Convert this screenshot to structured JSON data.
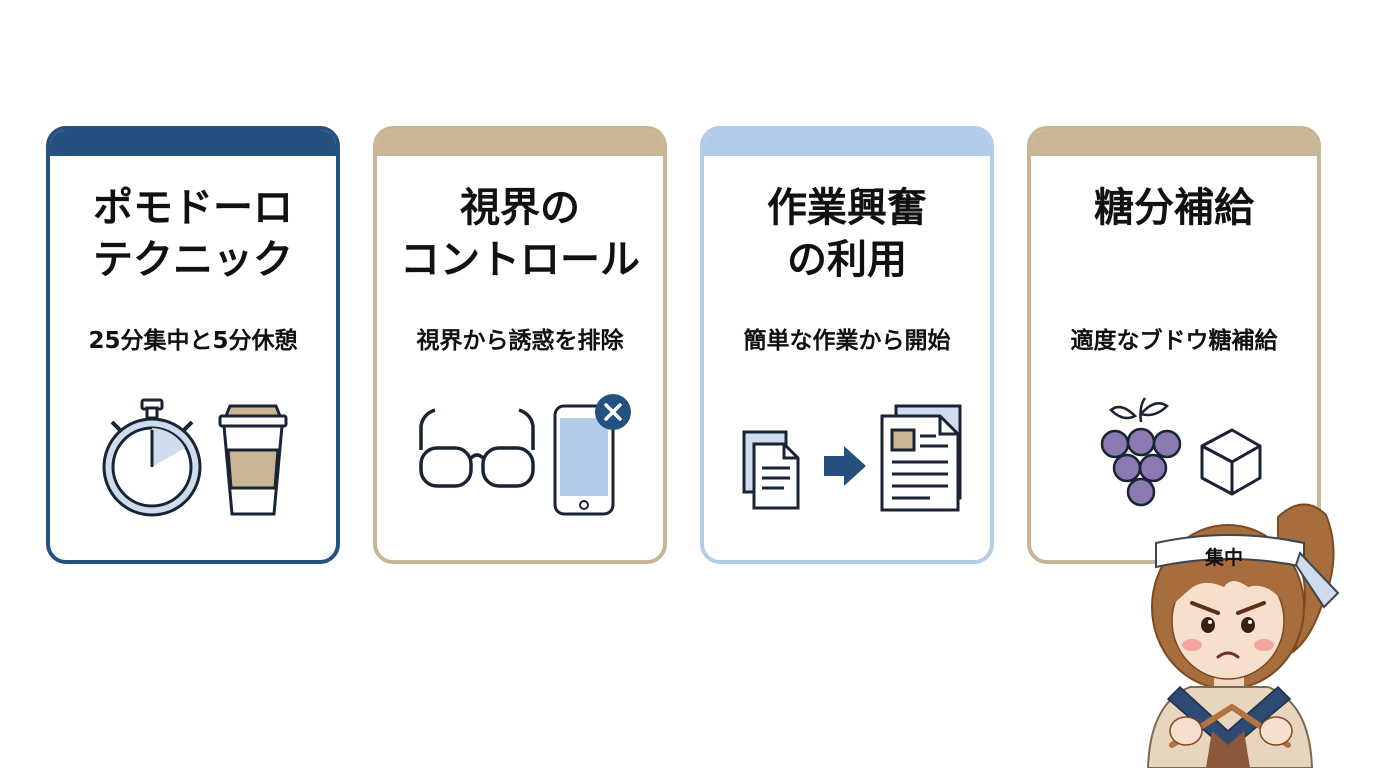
{
  "colors": {
    "navy": "#24517f",
    "beige": "#c8b594",
    "lightblue": "#b4cbe9",
    "grape": "#8d7ab3"
  },
  "cards": [
    {
      "id": "pomodoro",
      "title_lines": [
        "ポモドーロ",
        "テクニック"
      ],
      "subtitle": "25分集中と5分休憩",
      "icons": [
        "stopwatch-icon",
        "coffee-cup-icon"
      ]
    },
    {
      "id": "vision",
      "title_lines": [
        "視界の",
        "コントロール"
      ],
      "subtitle": "視界から誘惑を排除",
      "icons": [
        "glasses-icon",
        "smartphone-blocked-icon"
      ]
    },
    {
      "id": "work-excitement",
      "title_lines": [
        "作業興奮",
        "の利用"
      ],
      "subtitle": "簡単な作業から開始",
      "icons": [
        "small-documents-icon",
        "arrow-right-icon",
        "large-documents-icon"
      ]
    },
    {
      "id": "sugar",
      "title_lines": [
        "糖分補給"
      ],
      "subtitle": "適度なブドウ糖補給",
      "icons": [
        "grapes-icon",
        "sugar-cube-icon"
      ]
    }
  ],
  "character": {
    "headband_text": "集中",
    "icon": "focused-student-icon"
  }
}
